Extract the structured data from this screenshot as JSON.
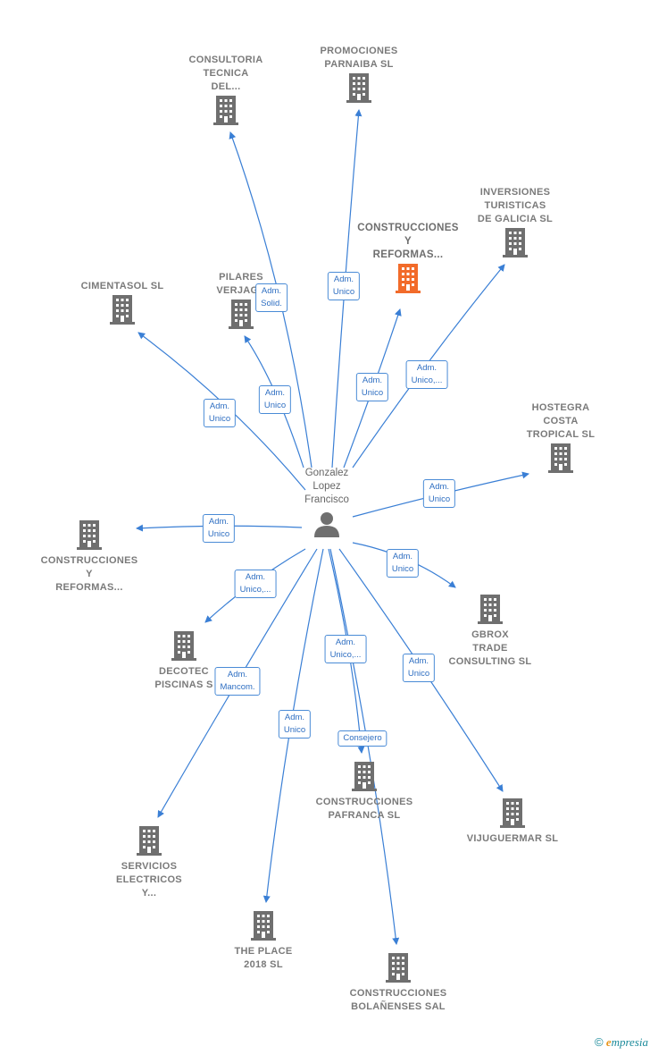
{
  "center": {
    "name_lines": [
      "Gonzalez",
      "Lopez",
      "Francisco"
    ],
    "icon": "person-icon"
  },
  "companies": [
    {
      "id": "consultoria",
      "lines": [
        "CONSULTORIA",
        "TECNICA",
        "DEL..."
      ],
      "icon": "building-icon"
    },
    {
      "id": "promociones",
      "lines": [
        "PROMOCIONES",
        "PARNAIBA SL"
      ],
      "icon": "building-icon"
    },
    {
      "id": "inversiones",
      "lines": [
        "INVERSIONES",
        "TURISTICAS",
        "DE GALICIA  SL"
      ],
      "icon": "building-icon"
    },
    {
      "id": "construcciones-y-reformas-top",
      "lines": [
        "CONSTRUCCIONES",
        "Y",
        "REFORMAS..."
      ],
      "icon": "building-icon",
      "color": "#f26b2a"
    },
    {
      "id": "cimentasol",
      "lines": [
        "CIMENTASOL SL"
      ],
      "icon": "building-icon"
    },
    {
      "id": "pilares",
      "lines": [
        "PILARES",
        "VERJAGA"
      ],
      "icon": "building-icon"
    },
    {
      "id": "hostegra",
      "lines": [
        "HOSTEGRA",
        "COSTA",
        "TROPICAL SL"
      ],
      "icon": "building-icon"
    },
    {
      "id": "construcciones-y-reformas-left",
      "lines": [
        "CONSTRUCCIONES",
        "Y",
        "REFORMAS..."
      ],
      "icon": "building-icon"
    },
    {
      "id": "gbrox",
      "lines": [
        "GBROX",
        "TRADE",
        "CONSULTING SL"
      ],
      "icon": "building-icon"
    },
    {
      "id": "decotec",
      "lines": [
        "DECOTEC",
        "PISCINAS S"
      ],
      "icon": "building-icon"
    },
    {
      "id": "pafranca",
      "lines": [
        "CONSTRUCCIONES",
        "PAFRANCA  SL"
      ],
      "icon": "building-icon"
    },
    {
      "id": "vijuguermar",
      "lines": [
        "VIJUGUERMAR SL"
      ],
      "icon": "building-icon"
    },
    {
      "id": "servicios",
      "lines": [
        "SERVICIOS",
        "ELECTRICOS",
        "Y..."
      ],
      "icon": "building-icon"
    },
    {
      "id": "theplace",
      "lines": [
        "THE PLACE",
        "2018  SL"
      ],
      "icon": "building-icon"
    },
    {
      "id": "bolanenses",
      "lines": [
        "CONSTRUCCIONES",
        "BOLAÑENSES SAL"
      ],
      "icon": "building-icon"
    }
  ],
  "roles": [
    {
      "id": "r-consultoria",
      "lines": [
        "Adm.",
        "Solid."
      ]
    },
    {
      "id": "r-promociones",
      "lines": [
        "Adm.",
        "Unico"
      ]
    },
    {
      "id": "r-construcciones-top",
      "lines": [
        "Adm.",
        "Unico"
      ]
    },
    {
      "id": "r-inversiones",
      "lines": [
        "Adm.",
        "Unico,..."
      ]
    },
    {
      "id": "r-pilares",
      "lines": [
        "Adm.",
        "Unico"
      ]
    },
    {
      "id": "r-cimentasol",
      "lines": [
        "Adm.",
        "Unico"
      ]
    },
    {
      "id": "r-hostegra",
      "lines": [
        "Adm.",
        "Unico"
      ]
    },
    {
      "id": "r-construcciones-left",
      "lines": [
        "Adm.",
        "Unico"
      ]
    },
    {
      "id": "r-gbrox",
      "lines": [
        "Adm.",
        "Unico"
      ]
    },
    {
      "id": "r-decotec",
      "lines": [
        "Adm.",
        "Unico,..."
      ]
    },
    {
      "id": "r-bolanenses",
      "lines": [
        "Adm.",
        "Unico,..."
      ]
    },
    {
      "id": "r-vijuguermar",
      "lines": [
        "Adm.",
        "Unico"
      ]
    },
    {
      "id": "r-servicios",
      "lines": [
        "Adm.",
        "Mancom."
      ]
    },
    {
      "id": "r-theplace",
      "lines": [
        "Adm.",
        "Unico"
      ]
    },
    {
      "id": "r-pafranca",
      "lines": [
        "Consejero"
      ]
    }
  ],
  "colors": {
    "edge": "#3a7fd5",
    "node": "#6f6f6f",
    "highlight": "#f26b2a"
  },
  "footer": {
    "copyright": "©",
    "brand_first": "e",
    "brand_rest": "mpresia"
  }
}
